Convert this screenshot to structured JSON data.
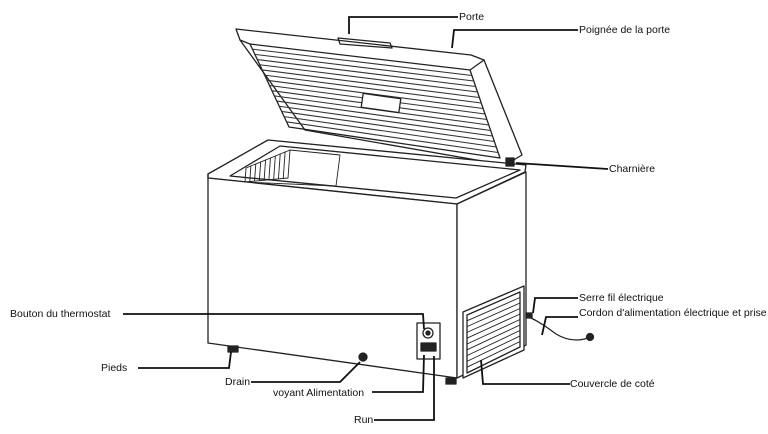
{
  "labels": {
    "porte": "Porte",
    "poignee": "Poignée de la porte",
    "charniere": "Charnière",
    "serre_fil": "Serre fil électrique",
    "cordon": "Cordon d'alimentation électrique et prise",
    "couvercle": "Couvercle de coté",
    "thermostat": "Bouton du thermostat",
    "pieds": "Pieds",
    "drain": "Drain",
    "voyant": "voyant Alimentation",
    "run": "Run"
  }
}
